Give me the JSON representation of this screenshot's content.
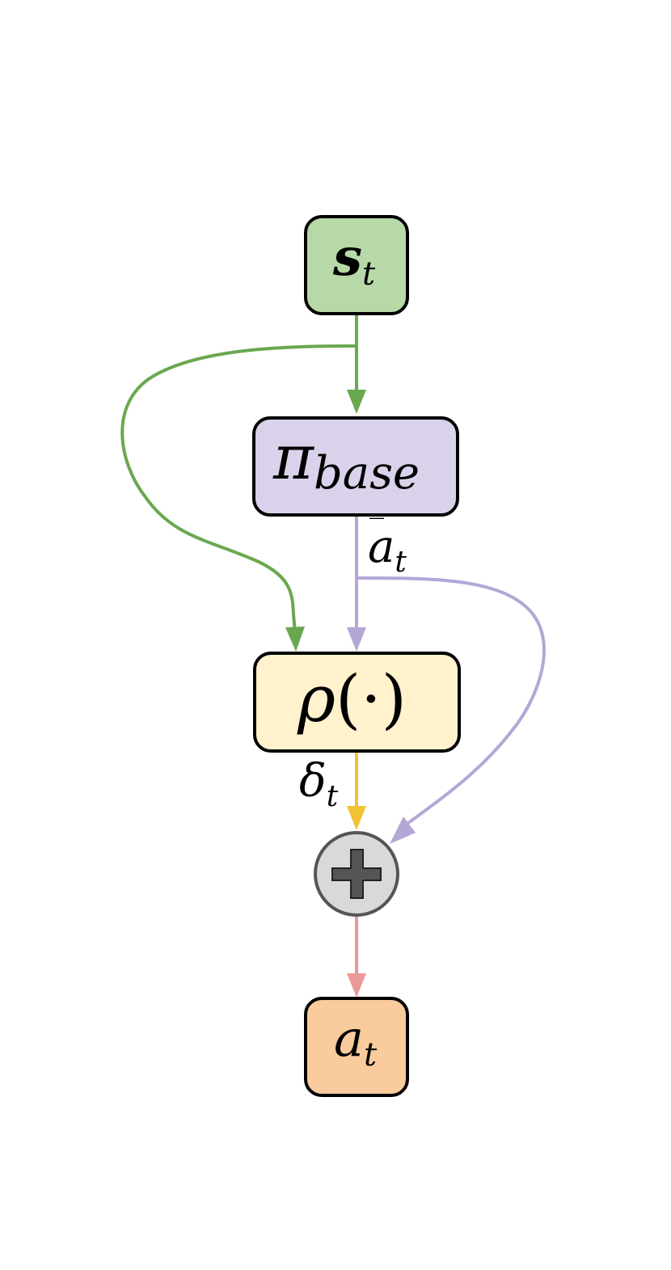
{
  "colors": {
    "state_fill": "#b7d9a8",
    "policy_fill": "#d9d2ea",
    "residual_fill": "#fff2cd",
    "sum_fill": "#d9d9d9",
    "action_fill": "#f9cb9d",
    "green_edge": "#6aa84f",
    "purple_edge": "#b4a7d6",
    "yellow_edge": "#f1c232",
    "red_edge": "#ea9999"
  },
  "nodes": {
    "state": {
      "main": "s",
      "sub": "t"
    },
    "policy": {
      "main": "π",
      "sub": "base"
    },
    "residual": {
      "main": "ρ",
      "paren_open": "(",
      "dot": "·",
      "paren_close": ")"
    },
    "sum": {
      "symbol": "+"
    },
    "action": {
      "main": "a",
      "sub": "t"
    }
  },
  "edge_labels": {
    "base_action": {
      "main": "a",
      "bar": "‾",
      "sub": "t"
    },
    "delta": {
      "main": "δ",
      "sub": "t"
    }
  }
}
